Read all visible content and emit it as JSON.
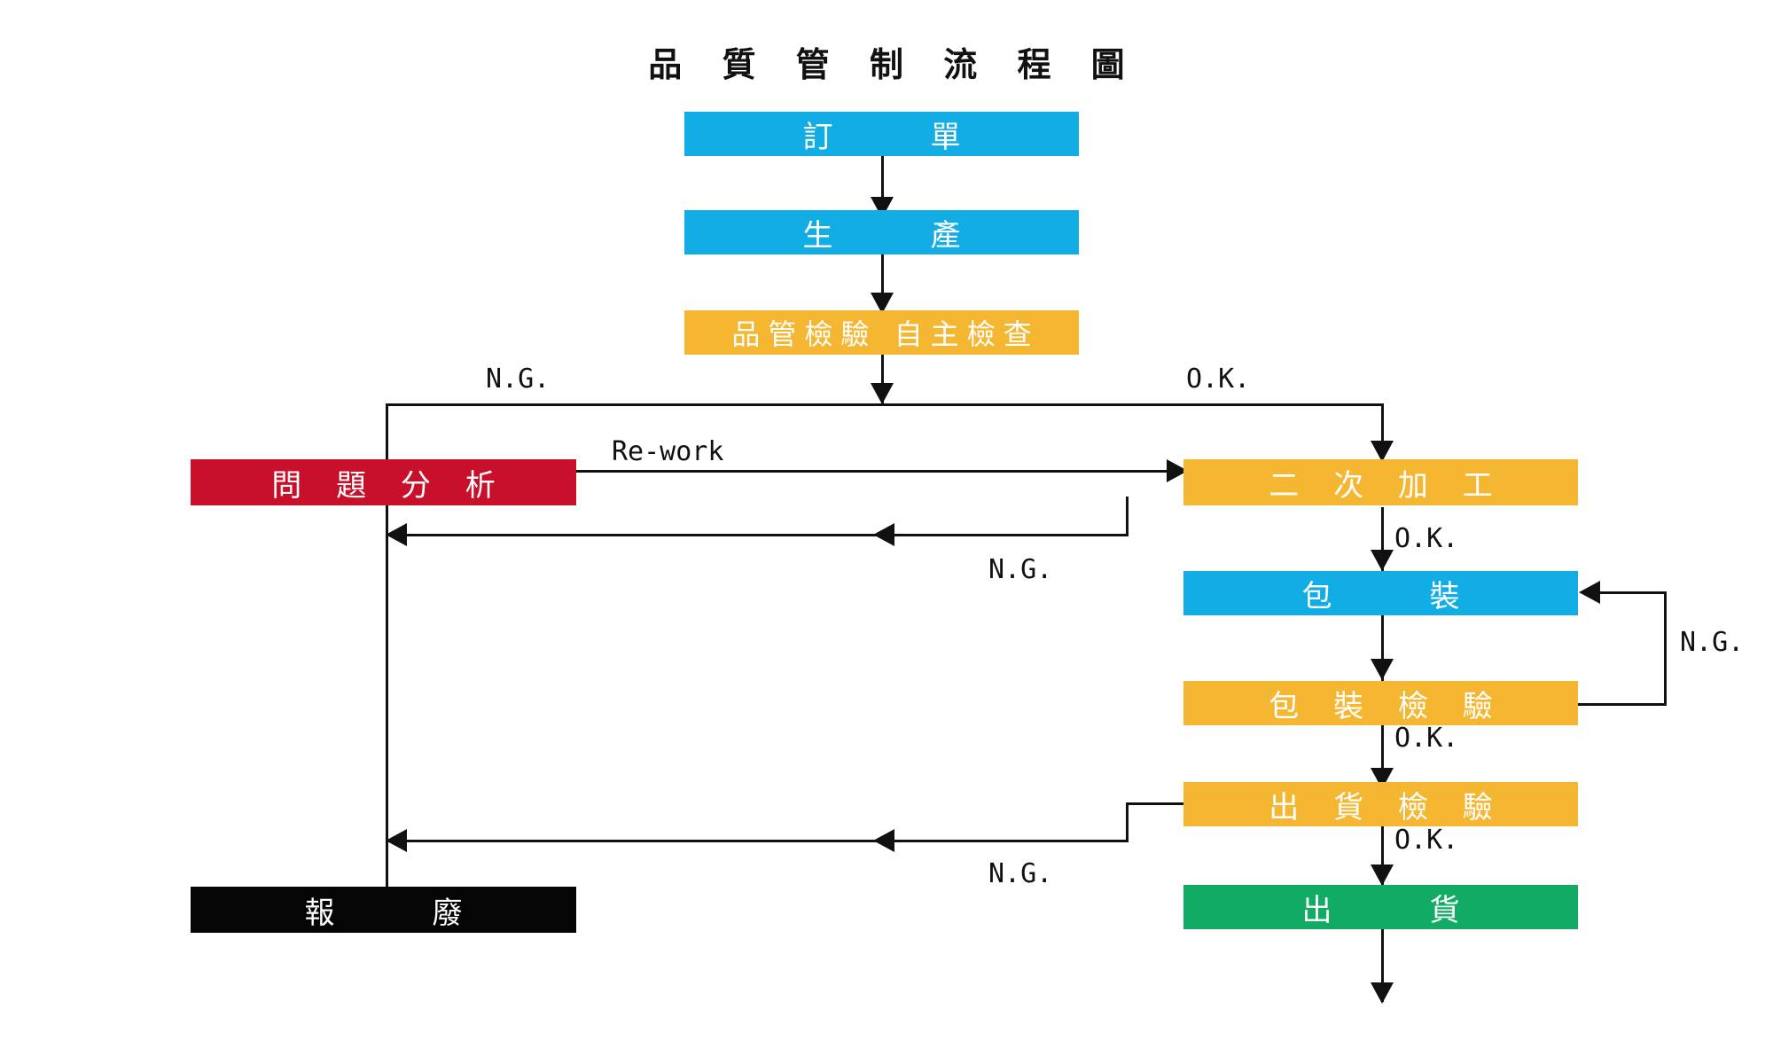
{
  "title": "品 質 管 制 流 程 圖",
  "colors": {
    "blue": "#13ADE5",
    "orange": "#F5B731",
    "red": "#C8102A",
    "green": "#11AB65",
    "black": "#050505",
    "line": "#111111",
    "background": "#FFFFFF"
  },
  "nodes": {
    "order": {
      "label": "訂　　單",
      "color": "#13ADE5"
    },
    "production": {
      "label": "生　　產",
      "color": "#13ADE5"
    },
    "qc_self_check": {
      "label": "品管檢驗 自主檢查",
      "color": "#F5B731"
    },
    "problem_analysis": {
      "label": "問 題 分 析",
      "color": "#C8102A"
    },
    "rework_process": {
      "label": "二 次 加 工",
      "color": "#F5B731"
    },
    "packing": {
      "label": "包　　裝",
      "color": "#13ADE5"
    },
    "packing_check": {
      "label": "包 裝 檢 驗",
      "color": "#F5B731"
    },
    "shipping_check": {
      "label": "出 貨 檢 驗",
      "color": "#F5B731"
    },
    "shipping": {
      "label": "出　　貨",
      "color": "#11AB65"
    },
    "scrap": {
      "label": "報　　廢",
      "color": "#050505"
    }
  },
  "edge_labels": {
    "ng_qc": "N.G.",
    "ok_qc": "O.K.",
    "rework": "Re-work",
    "ng_rework": "N.G.",
    "ok_rework": "O.K.",
    "ng_packing_check": "N.G.",
    "ok_packing_check": "O.K.",
    "ng_shipping_check": "N.G.",
    "ok_shipping_check": "O.K."
  },
  "chart_data": {
    "type": "flowchart",
    "title": "品 質 管 制 流 程 圖",
    "orientation": "top-down",
    "steps": [
      {
        "id": "order",
        "label": "訂　　單",
        "color": "#13ADE5",
        "kind": "process"
      },
      {
        "id": "production",
        "label": "生　　產",
        "color": "#13ADE5",
        "kind": "process"
      },
      {
        "id": "qc_self_check",
        "label": "品管檢驗 自主檢查",
        "color": "#F5B731",
        "kind": "inspection"
      },
      {
        "id": "problem_analysis",
        "label": "問 題 分 析",
        "color": "#C8102A",
        "kind": "analysis"
      },
      {
        "id": "rework_process",
        "label": "二 次 加 工",
        "color": "#F5B731",
        "kind": "process"
      },
      {
        "id": "packing",
        "label": "包　　裝",
        "color": "#13ADE5",
        "kind": "process"
      },
      {
        "id": "packing_check",
        "label": "包 裝 檢 驗",
        "color": "#F5B731",
        "kind": "inspection"
      },
      {
        "id": "shipping_check",
        "label": "出 貨 檢 驗",
        "color": "#F5B731",
        "kind": "inspection"
      },
      {
        "id": "shipping",
        "label": "出　　貨",
        "color": "#11AB65",
        "kind": "terminal"
      },
      {
        "id": "scrap",
        "label": "報　　廢",
        "color": "#050505",
        "kind": "terminal"
      }
    ],
    "edges": [
      {
        "from": "order",
        "to": "production",
        "label": ""
      },
      {
        "from": "production",
        "to": "qc_self_check",
        "label": ""
      },
      {
        "from": "qc_self_check",
        "to": "problem_analysis",
        "label": "N.G."
      },
      {
        "from": "qc_self_check",
        "to": "rework_process",
        "label": "O.K."
      },
      {
        "from": "problem_analysis",
        "to": "rework_process",
        "label": "Re-work"
      },
      {
        "from": "rework_process",
        "to": "problem_analysis",
        "label": "N.G."
      },
      {
        "from": "rework_process",
        "to": "packing",
        "label": "O.K."
      },
      {
        "from": "packing",
        "to": "packing_check",
        "label": ""
      },
      {
        "from": "packing_check",
        "to": "packing",
        "label": "N.G."
      },
      {
        "from": "packing_check",
        "to": "shipping_check",
        "label": "O.K."
      },
      {
        "from": "shipping_check",
        "to": "scrap",
        "label": "N.G."
      },
      {
        "from": "shipping_check",
        "to": "shipping",
        "label": "O.K."
      },
      {
        "from": "problem_analysis",
        "to": "scrap",
        "label": ""
      }
    ]
  }
}
